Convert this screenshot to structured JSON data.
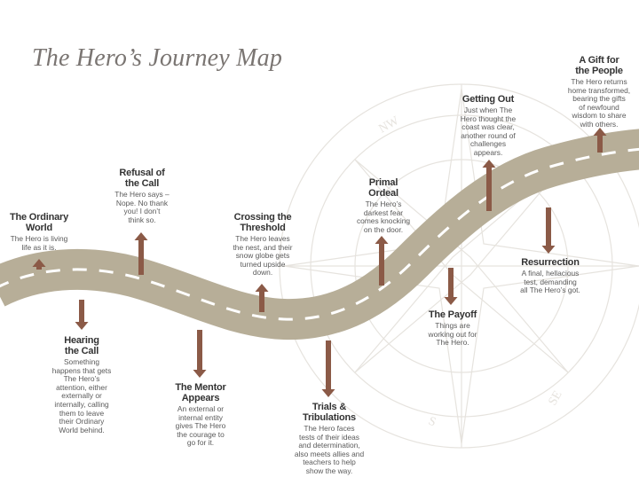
{
  "title": "The Hero’s Journey Map",
  "colors": {
    "road": "#b7ae98",
    "dash": "#ffffff",
    "arrow": "#8b5a47",
    "compass": "#e6e3de"
  },
  "compass_letters": [
    "NW",
    "SE",
    "S"
  ],
  "stages": [
    {
      "title": "The Ordinary\nWorld",
      "desc": "The Hero is living\nlife as it is."
    },
    {
      "title": "Hearing\nthe Call",
      "desc": "Something\nhappens that gets\nThe Hero’s\nattention, either\nexternally or\ninternally, calling\nthem to leave\ntheir Ordinary\nWorld behind."
    },
    {
      "title": "Refusal of\nthe Call",
      "desc": "The Hero says –\nNope. No thank\nyou! I don’t\nthink so."
    },
    {
      "title": "The Mentor\nAppears",
      "desc": "An external or\ninternal entity\ngives The Hero\nthe courage to\ngo for it."
    },
    {
      "title": "Crossing the\nThreshold",
      "desc": "The Hero leaves\nthe nest, and their\nsnow globe gets\nturned upside\ndown."
    },
    {
      "title": "Trials &\nTribulations",
      "desc": "The Hero faces\ntests of their ideas\nand determination,\nalso meets allies and\nteachers to help\nshow the way."
    },
    {
      "title": "Primal\nOrdeal",
      "desc": "The Hero’s\ndarkest fear\ncomes knocking\non the door."
    },
    {
      "title": "The Payoff",
      "desc": "Things are\nworking out for\nThe Hero."
    },
    {
      "title": "Getting Out",
      "desc": "Just when The\nHero thought the\ncoast was clear,\nanother round of\nchallenges\nappears."
    },
    {
      "title": "Resurrection",
      "desc": "A final, hellacious\ntest, demanding\nall The Hero’s got."
    },
    {
      "title": "A Gift for\nthe People",
      "desc": "The Hero returns\nhome transformed,\nbearing the gifts\nof newfound\nwisdom to share\nwith others."
    }
  ]
}
